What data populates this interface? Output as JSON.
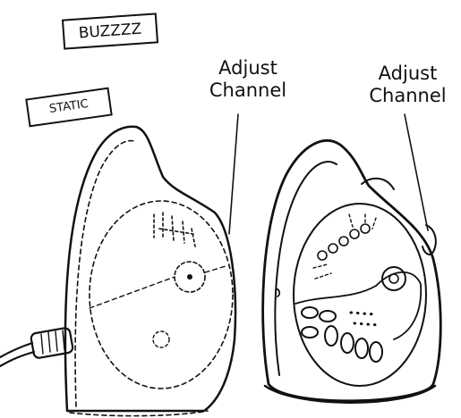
{
  "tags": {
    "buzz": "BUZZZZ",
    "static": "STATIC"
  },
  "labels": {
    "left": {
      "line1": "Adjust",
      "line2": "Channel"
    },
    "right": {
      "line1": "Adjust",
      "line2": "Channel"
    }
  }
}
